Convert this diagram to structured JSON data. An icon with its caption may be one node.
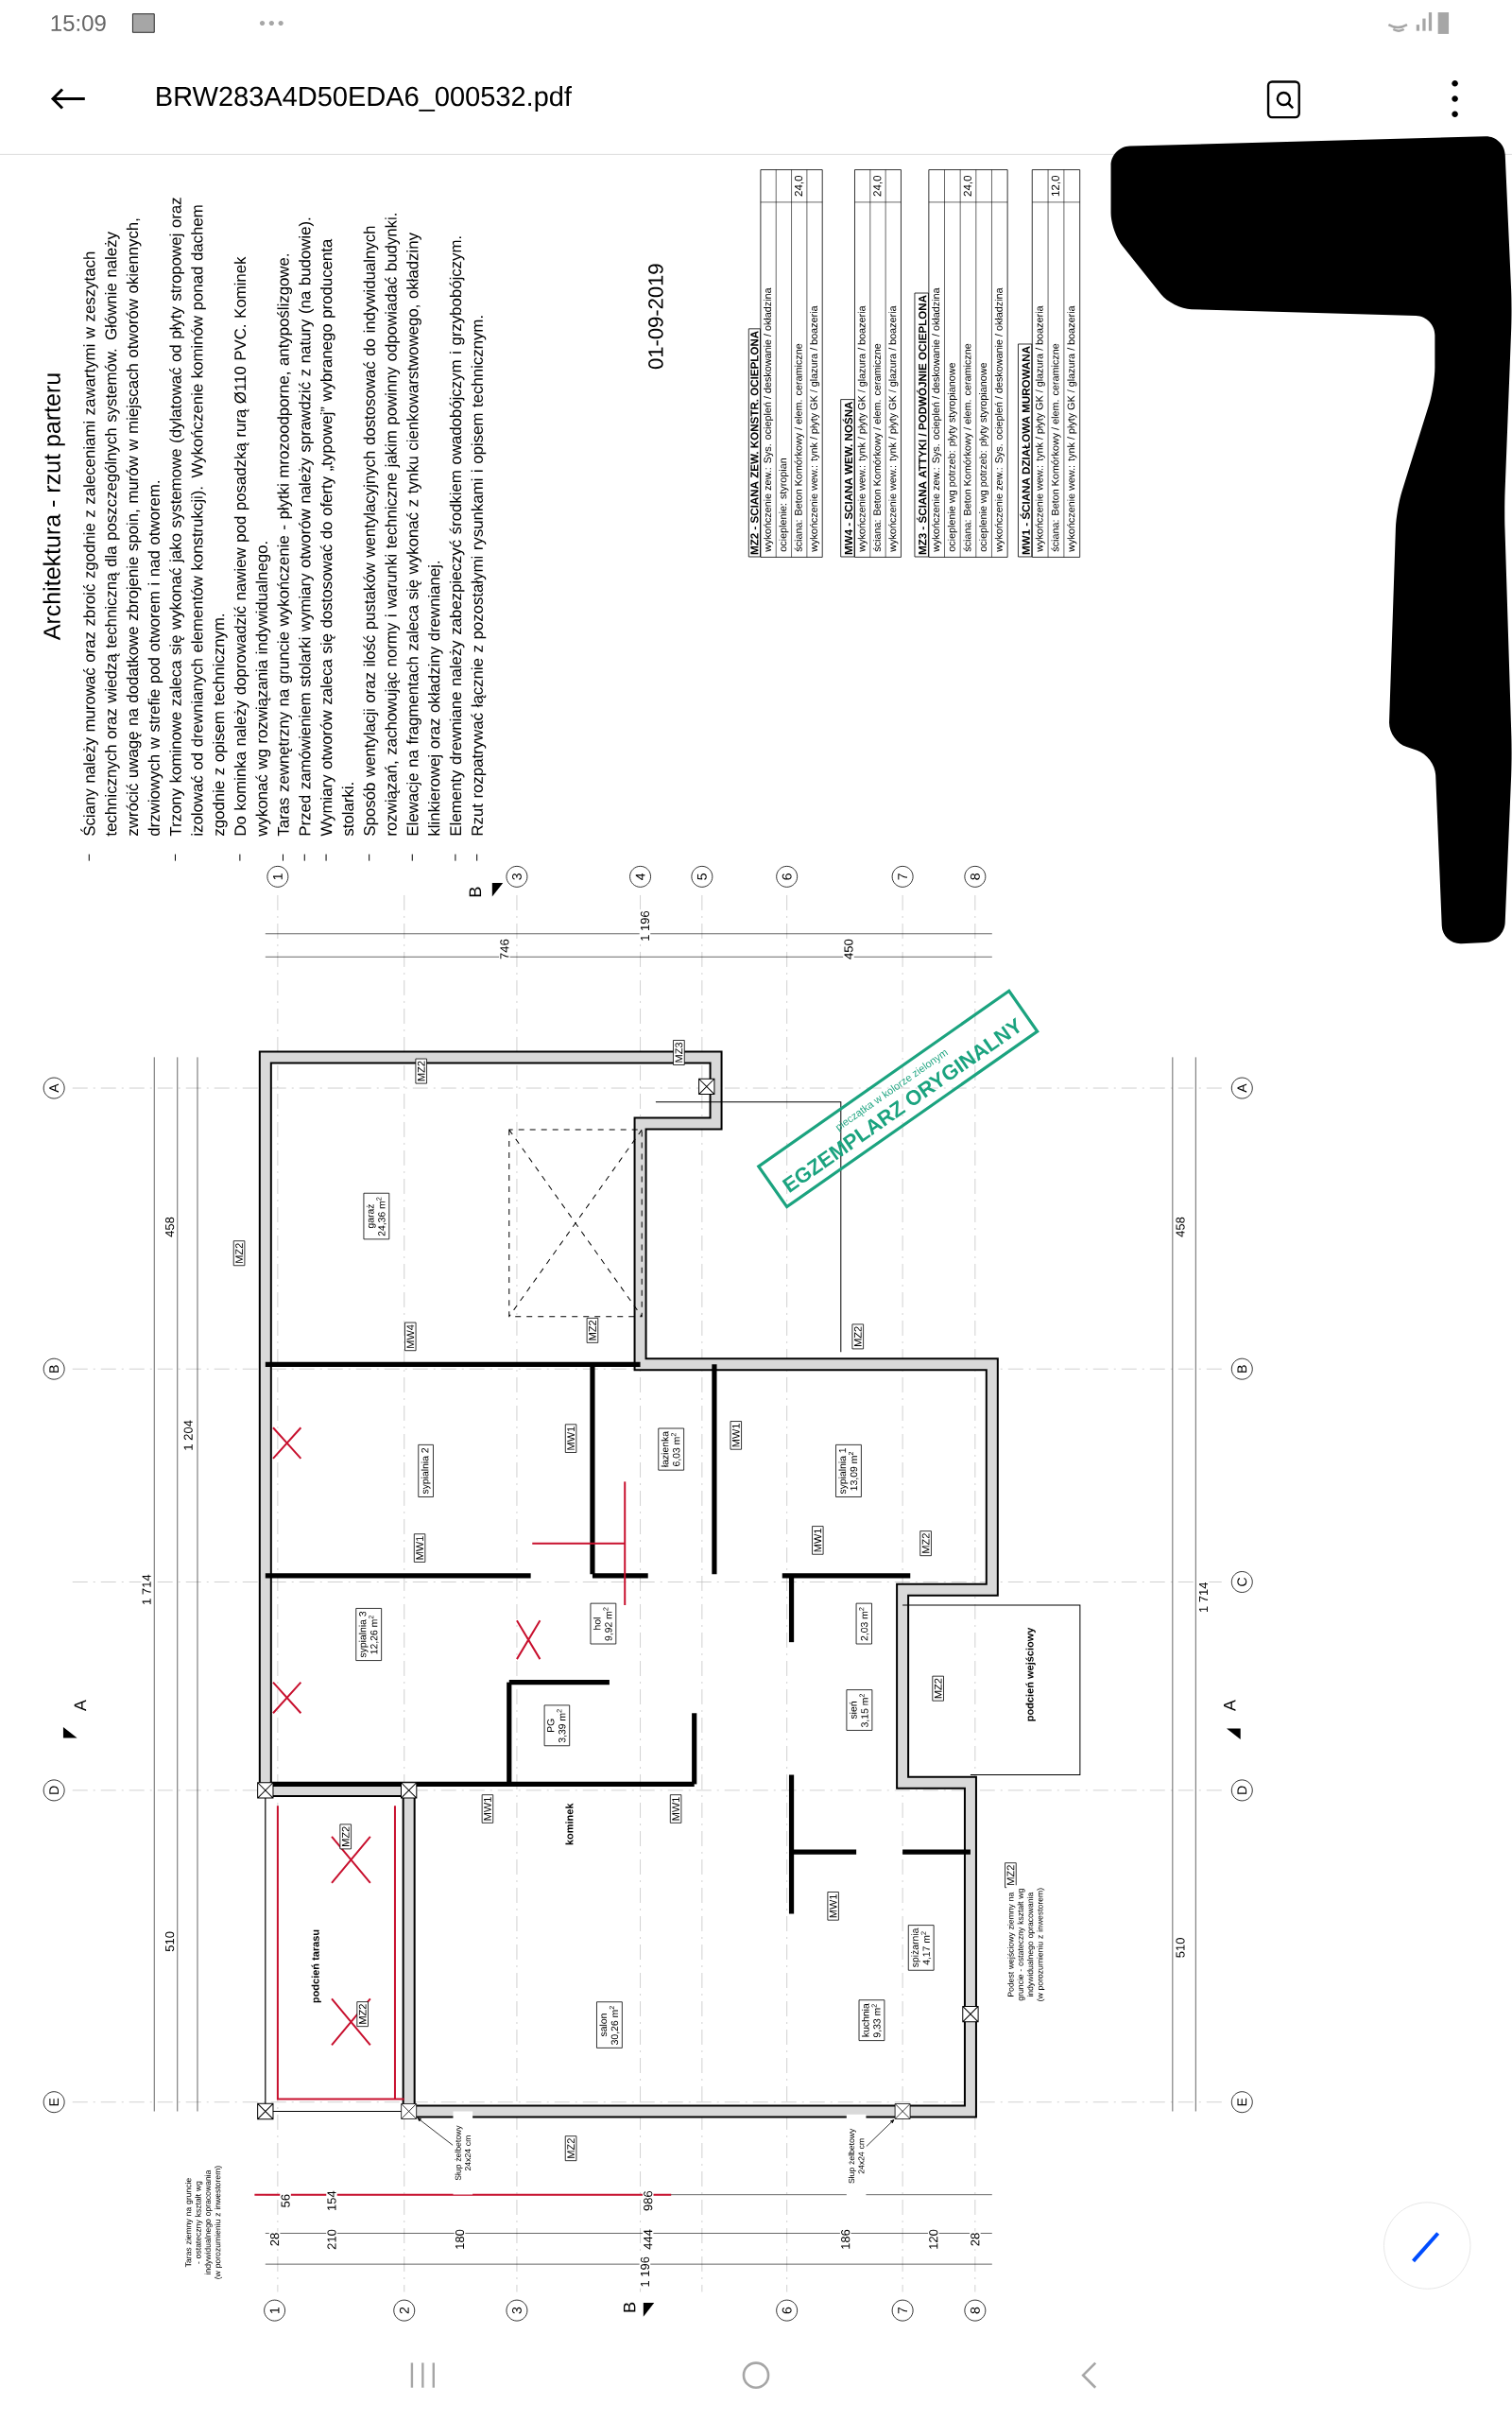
{
  "diagram": {
    "nodes": [
      {
        "text": [
          "1"
        ]
      },
      {
        "text": [
          "3"
        ]
      },
      {
        "text": [
          "4"
        ]
      },
      {
        "text": [
          "5"
        ]
      },
      {
        "text": [
          "6"
        ]
      },
      {
        "text": [
          "7"
        ]
      },
      {
        "text": [
          "8"
        ]
      },
      {
        "text": [
          "1"
        ]
      },
      {
        "text": [
          "2"
        ]
      },
      {
        "text": [
          "3"
        ]
      },
      {
        "text": [
          "6"
        ]
      },
      {
        "text": [
          "7"
        ]
      },
      {
        "text": [
          "8"
        ]
      },
      {
        "text": [
          "A"
        ]
      },
      {
        "text": [
          "B"
        ]
      },
      {
        "text": [
          "D"
        ]
      },
      {
        "text": [
          "E"
        ]
      },
      {
        "text": [
          "A"
        ]
      },
      {
        "text": [
          "B"
        ]
      },
      {
        "text": [
          "C"
        ]
      },
      {
        "text": [
          "D"
        ]
      },
      {
        "text": [
          "E"
        ]
      },
      {
        "text": [
          "garaż",
          "24,36 m$^{2}$"
        ]
      },
      {
        "text": [
          "sypialnia 2"
        ]
      },
      {
        "text": [
          "łazienka",
          "6,03 m$^{2}$"
        ]
      },
      {
        "text": [
          "sypialnia 1",
          "13,09 m$^{2}$"
        ]
      },
      {
        "text": [
          "sypialnia 3",
          "12,26 m$^{2}$"
        ]
      },
      {
        "text": [
          "hol",
          "9,92 m$^{2}$"
        ]
      },
      {
        "text": [
          "PG",
          "3,39 m$^{2}$"
        ]
      },
      {
        "text": [
          "2,03 m$^{2}$"
        ]
      },
      {
        "text": [
          "sień",
          "3,15 m$^{2}$"
        ]
      },
      {
        "text": [
          "salon",
          "30,26 m$^{2}$"
        ]
      },
      {
        "text": [
          "kuchnia",
          "9,33 m$^{2}$"
        ]
      },
      {
        "text": [
          "spiżarnia",
          "4,17 m$^{2}$"
        ]
      },
      {
        "text": [
          "MZ2"
        ]
      },
      {
        "text": [
          "MZ3"
        ]
      },
      {
        "text": [
          "MZ2"
        ]
      },
      {
        "text": [
          "MW4"
        ]
      },
      {
        "text": [
          "MZ2"
        ]
      },
      {
        "text": [
          "MZ2"
        ]
      },
      {
        "text": [
          "MW1"
        ]
      },
      {
        "text": [
          "MW1"
        ]
      },
      {
        "text": [
          "MW1"
        ]
      },
      {
        "text": [
          "MW1"
        ]
      },
      {
        "text": [
          "MZ2"
        ]
      },
      {
        "text": [
          "MZ2"
        ]
      },
      {
        "text": [
          "MW1"
        ]
      },
      {
        "text": [
          "MW1"
        ]
      },
      {
        "text": [
          "MZ2"
        ]
      },
      {
        "text": [
          "MZ2"
        ]
      },
      {
        "text": [
          "MZ2"
        ]
      },
      {
        "text": [
          "MZ2"
        ]
      },
      {
        "text": [
          "MW1"
        ]
      },
      {
        "text": [
          "pieczątka w kolorze zielonym",
          "EGZEMPLARZ ORYGINALNY"
        ]
      },
      {
        "text": [
          "Słup żelbetowy 24x24 cm"
        ]
      },
      {
        "text": [],
        "shape": "box"
      },
      {
        "text": [
          "Słup żelbetowy 24x24 cm"
        ]
      },
      {
        "text": [],
        "shape": "box"
      }
    ],
    "edges": [
      {
        "from": 54,
        "to": 55,
        "arrow": "to"
      },
      {
        "from": 56,
        "to": 57,
        "arrow": "to"
      }
    ],
    "labels": [
      "15:09",
      "BRW283A4D50EDA6_000532.pdf",
      "Architektura - rzut parteru",
      "Ściany należy murować oraz zbroić zgodnie z zaleceniami zawartymi w zeszytach technicznych oraz wiedzą techniczną dla poszczególnych systemów. Głównie należy zwrócić uwagę na dodatkowe zbrojenie spoin, murów w miejscach otworów okiennych, drzwiowych w strefie pod otworem i nad otworem.",
      "Trzony kominowe zaleca się wykonać jako systemowe (dylatować od płyty stropowej oraz izolować od drewnianych elementów konstrukcji). Wykończenie kominów ponad dachem zgodnie z opisem technicznym.",
      "Do kominka należy doprowadzić nawiew pod posadzką rurą Ø110 PVC. Kominek wykonać wg rozwiązania indywidualnego.",
      "Taras zewnętrzny na gruncie wykończenie - płytki mrozoodporne, antypoślizgowe.",
      "Przed zamówieniem stolarki wymiary otworów należy sprawdzić z natury (na budowie).",
      "Wymiary otworów zaleca się dostosować do oferty „typowej” wybranego producenta stolarki.",
      "Sposób wentylacji oraz ilość pustaków wentylacyjnych dostosować do indywidualnych rozwiązań, zachowując normy i warunki techniczne jakim powinny odpowiadać budynki.",
      "Elewacje na fragmentach zaleca się wykonać z tynku cienkowarstwowego, okładziny klinkierowej oraz okładziny drewnianej.",
      "Elementy drewniane należy zabezpieczyć środkiem owadobójczym i grzybobójczym.",
      "Rzut rozpatrywać łącznie z pozostałymi rysunkami i opisem technicznym.",
      "01-09-2019",
      "MZ2 - SCIANA ZEW. KONSTR. OCIEPLONA",
      "wykończenie zew.: Sys. ociepleń / deskowanie / okładzina",
      "ocieplenie: styropian",
      "ściana: Beton Komórkowy / elem. ceramiczne",
      "24,0",
      "wykończenie wew.: tynk / płyty GK / glazura / boazeria",
      "MW4 - SCIANA WEW. NOŚNA",
      "wykończenie wew.: tynk / płyty GK / glazura / boazeria",
      "ściana: Beton Komórkowy / elem. ceramiczne",
      "24,0",
      "wykończenie wew.: tynk / płyty GK / glazura / boazeria",
      "MZ3 - ŚCIANA ATTYKI / PODWÓJNIE OCIEPLONA",
      "wykończenie zew.: Sys. ociepleń / deskowanie / okładzina",
      "ocieplenie wg potrzeb: płyty styropianowe",
      "ściana: Beton Komórkowy / elem. ceramiczne",
      "24,0",
      "ocieplenie wg potrzeb: płyty styropianowe",
      "wykończenie zew.: Sys. ociepleń / deskowanie / okładzina",
      "MW1 - ŚCIANA DZIAŁOWA MUROWANA",
      "wykończenie wew.: tynk / płyty GK / glazura / boazeria",
      "ściana: Beton Komórkowy / elem. ceramiczne",
      "12,0",
      "wykończenie wew.: tynk / płyty GK / glazura / boazeria",
      "1 714",
      "458",
      "1 204",
      "510",
      "1 714",
      "458",
      "510",
      "1 196",
      "746",
      "450",
      "1 196",
      "56",
      "154",
      "986",
      "28",
      "210",
      "180",
      "444",
      "186",
      "120",
      "28",
      "podcień tarasu",
      "kominek",
      "podcień wejściowy",
      "A",
      "A",
      "B",
      "B",
      "Taras ziemny na gruncie - ostateczny kształt wg indywidualnego opracowania (w porozumieniu z inwestorem)",
      "Podest wejściowy ziemny na gruncie - ostateczny kształt wg indywidualnego opracowania (w porozumieniu z inwestorem)"
    ]
  }
}
